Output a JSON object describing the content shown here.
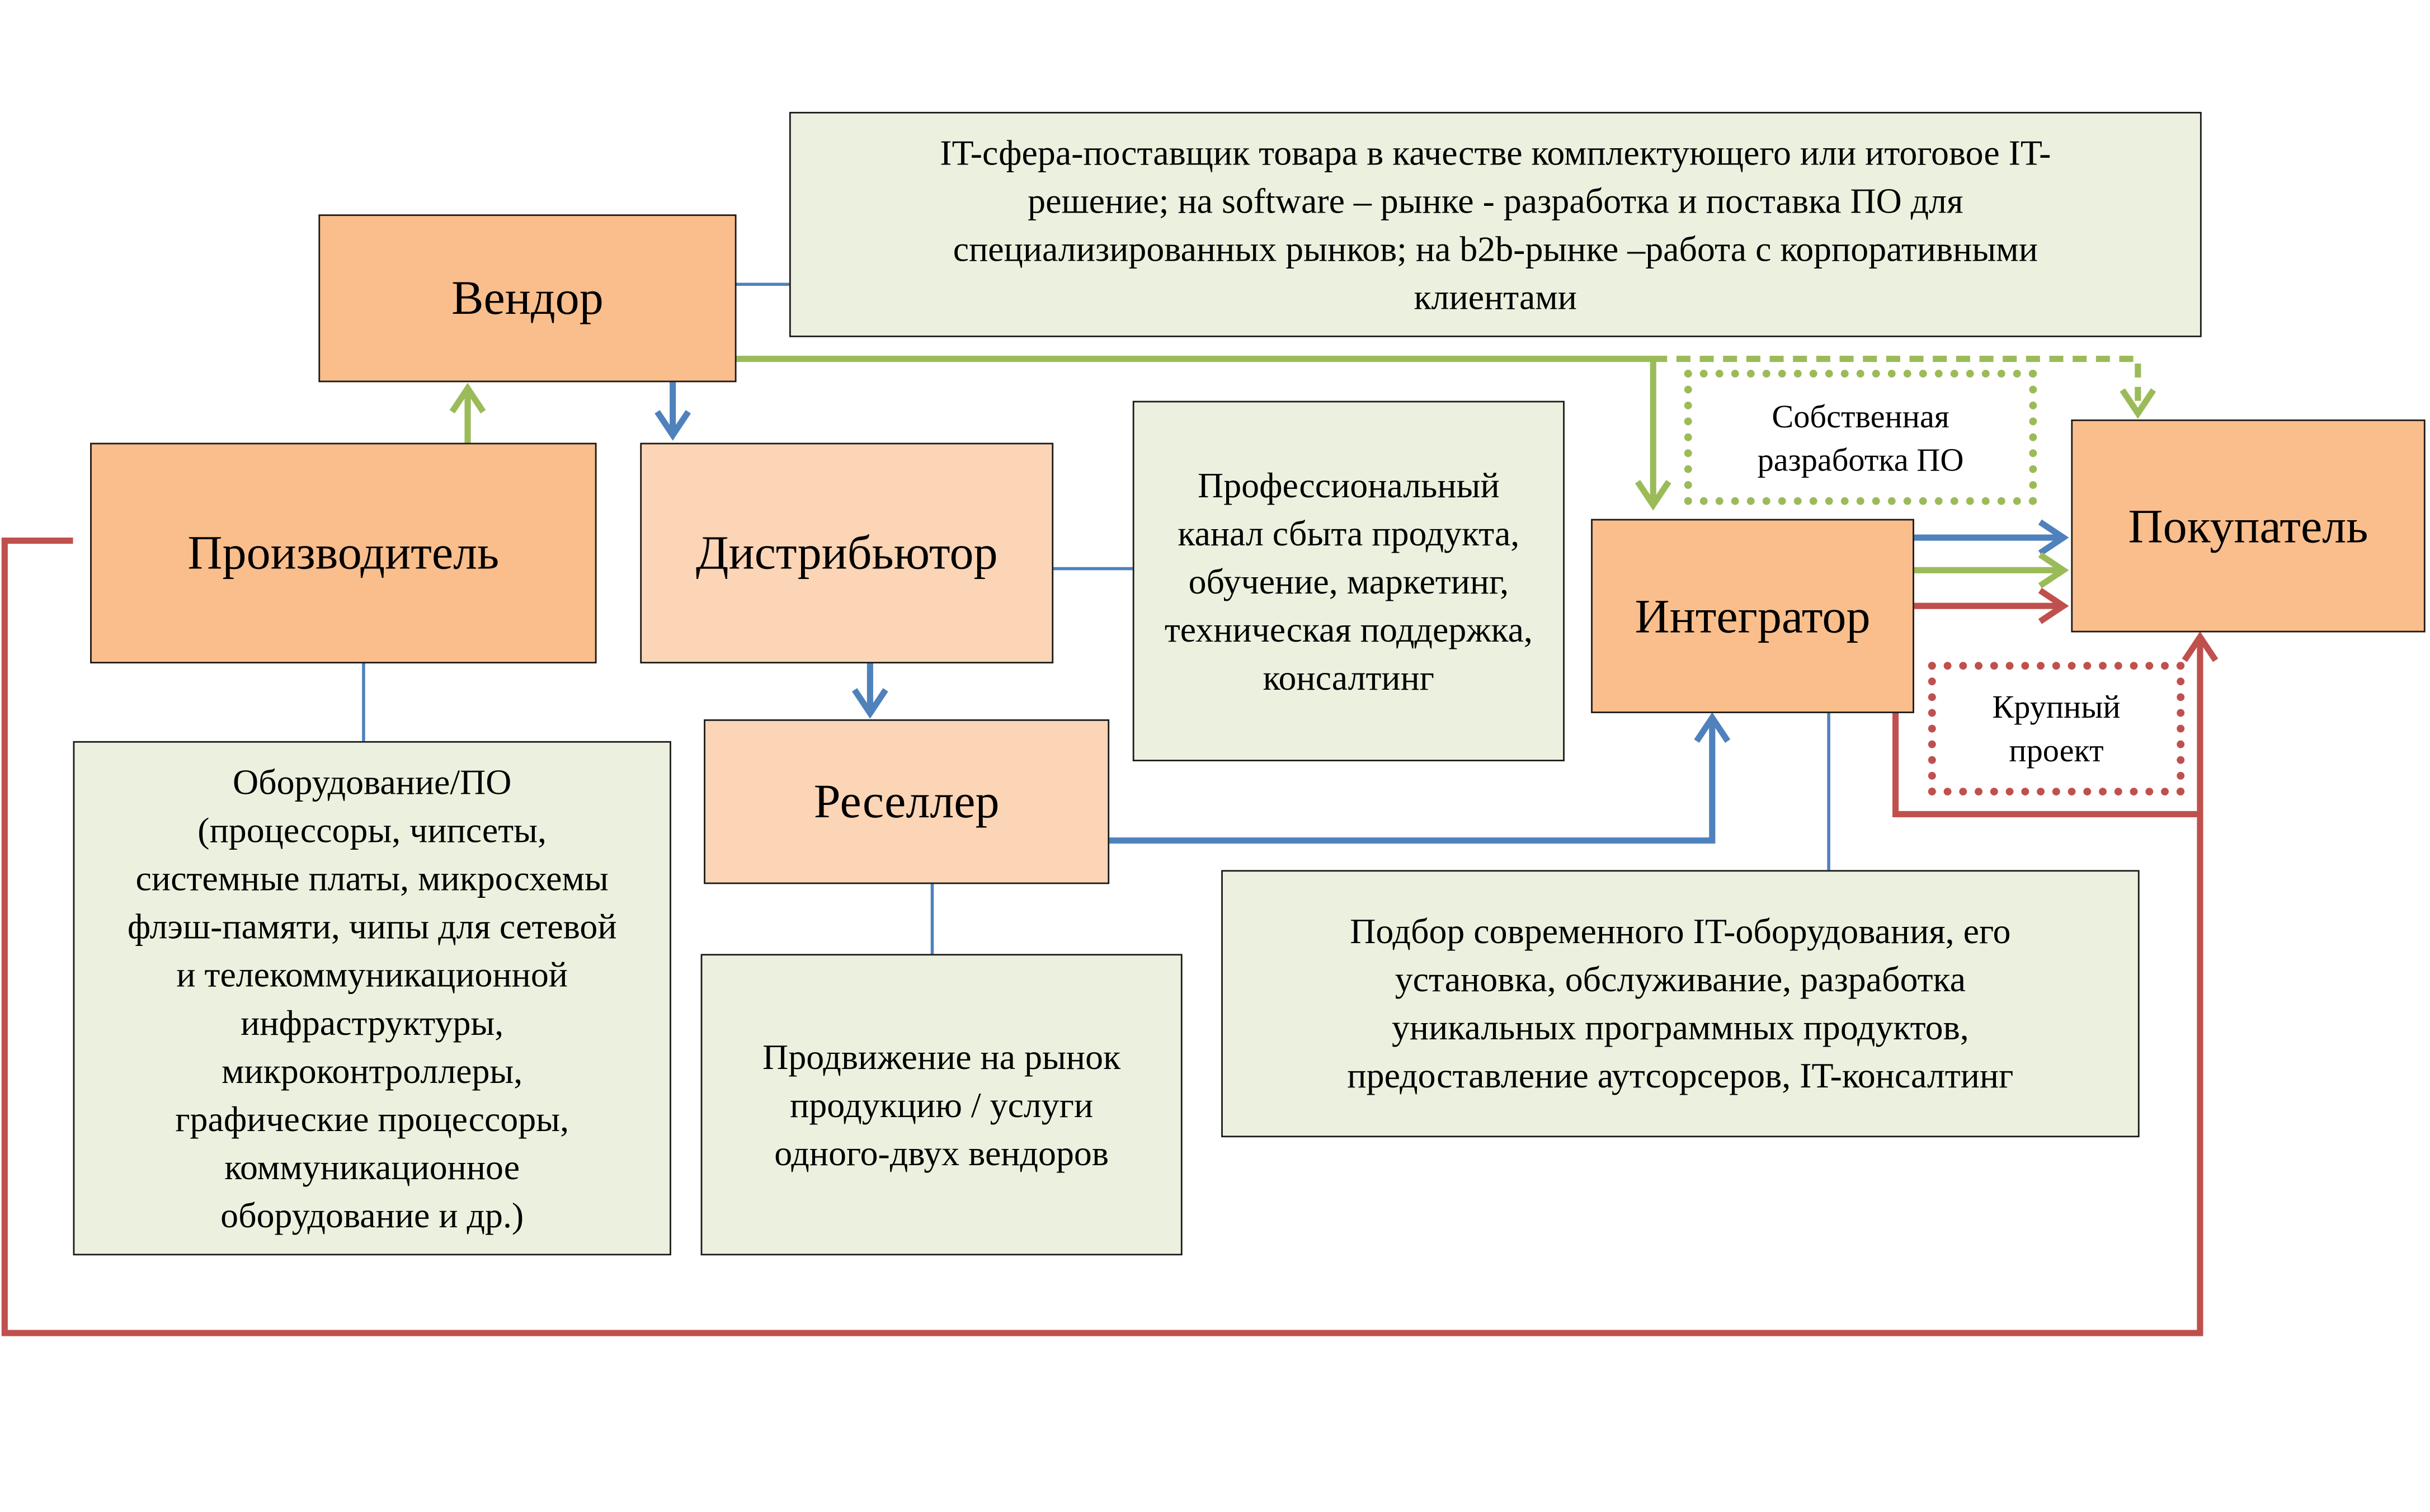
{
  "roles": {
    "vendor": "Вендор",
    "producer": "Производитель",
    "distributor": "Дистрибьютор",
    "reseller": "Реселлер",
    "integrator": "Интегратор",
    "buyer": "Покупатель"
  },
  "descriptions": {
    "vendor": "IT-сфера-поставщик товара в качестве комплектующего или итоговое IT-\nрешение; на software – рынке - разработка и поставка ПО для\nспециализированных рынков; на b2b-рынке –работа с корпоративными\nклиентами",
    "producer": "Оборудование/ПО\n(процессоры, чипсеты,\nсистемные платы, микросхемы\nфлэш-памяти, чипы для сетевой\nи телекоммуникационной\nинфраструктуры,\nмикроконтроллеры,\nграфические процессоры,\nкоммуникационное\nоборудование и др.)",
    "distributor": "Профессиональный\nканал сбыта продукта,\nобучение, маркетинг,\nтехническая поддержка,\nконсалтинг",
    "reseller": "Продвижение на рынок\nпродукцию / услуги\nодного-двух вендоров",
    "integrator": "Подбор современного IT-оборудования, его\nустановка, обслуживание, разработка\nуникальных программных продуктов,\nпредоставление аутсорсеров, IT-консалтинг"
  },
  "notes": {
    "own_software": "Собственная\nразработка ПО",
    "large_project": "Крупный\nпроект"
  },
  "colors": {
    "role_fill": "#f9be8c",
    "role_light_fill": "#fbd5b5",
    "desc_fill": "#ebf1de",
    "blue_arrow": "#4f81bd",
    "green_arrow": "#9bbb59",
    "red_arrow": "#c0504d"
  }
}
